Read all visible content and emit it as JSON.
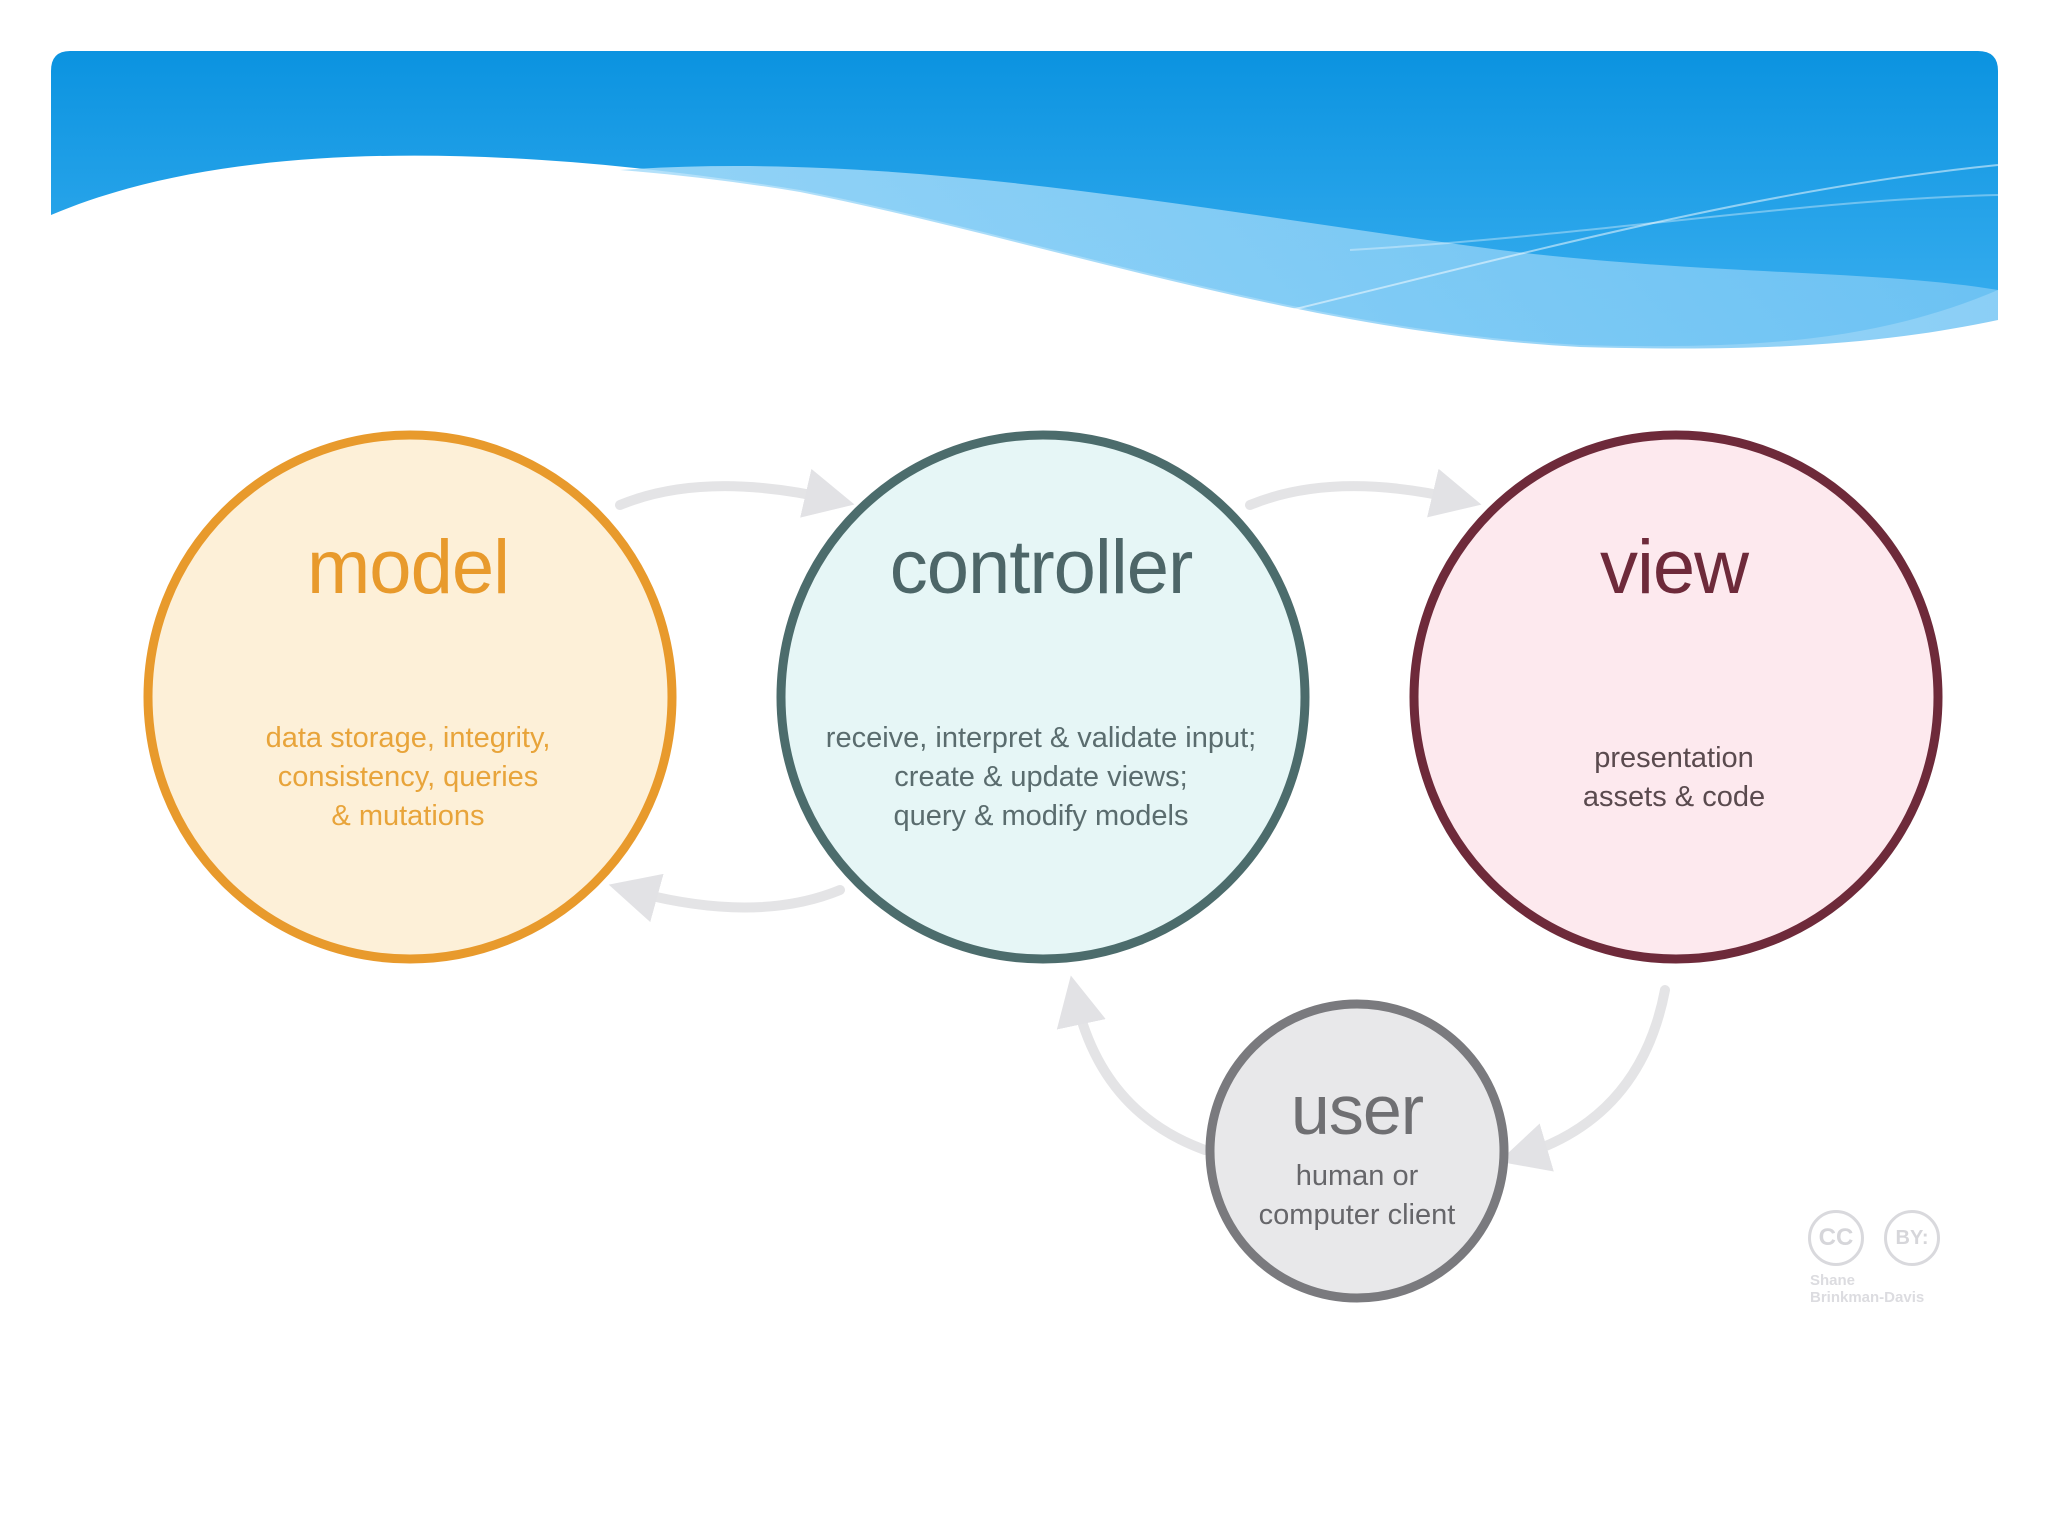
{
  "colors": {
    "header_blue": "#0b93e0",
    "wave_light_blue": "#8dd0f7",
    "model_stroke": "#e89a2c",
    "model_fill": "#fdf0d8",
    "controller_stroke": "#4c6c6c",
    "controller_fill": "#e6f6f6",
    "view_stroke": "#6e2a3a",
    "view_fill": "#fde9ee",
    "user_stroke": "#7a7a7e",
    "user_fill": "#e8e8ea",
    "arrow": "#e4e4e6"
  },
  "nodes": {
    "model": {
      "title": "model",
      "lines": [
        "data storage, integrity,",
        "consistency, queries",
        "& mutations"
      ]
    },
    "controller": {
      "title": "controller",
      "lines": [
        "receive, interpret & validate input;",
        "create & update views;",
        "query & modify models"
      ]
    },
    "view": {
      "title": "view",
      "lines": [
        "presentation",
        "assets & code"
      ]
    },
    "user": {
      "title": "user",
      "lines": [
        "human or",
        "computer client"
      ]
    }
  },
  "edges": [
    {
      "from": "model",
      "to": "controller"
    },
    {
      "from": "controller",
      "to": "model"
    },
    {
      "from": "controller",
      "to": "view"
    },
    {
      "from": "view",
      "to": "user"
    },
    {
      "from": "user",
      "to": "controller"
    }
  ],
  "license": {
    "cc_icon": "cc-icon",
    "cc_label": "CC",
    "by_icon": "by-icon",
    "by_label": "BY:",
    "credit_lines": [
      "Shane",
      "Brinkman-Davis"
    ]
  }
}
